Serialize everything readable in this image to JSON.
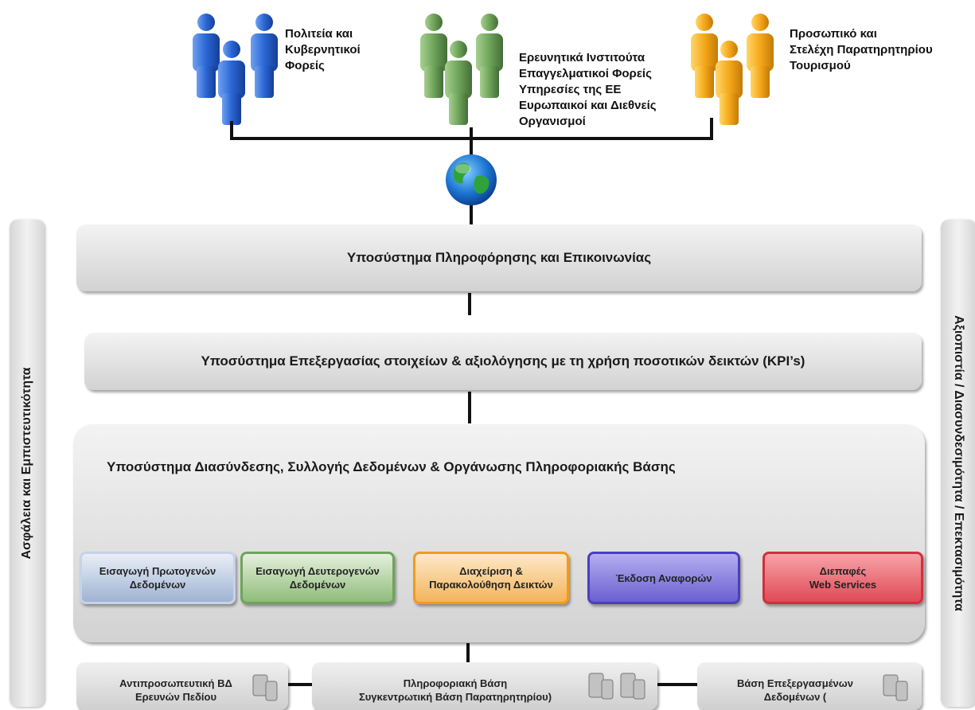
{
  "groups": [
    {
      "lines": [
        "Πολιτεία και",
        "Κυβερνητικοί",
        "Φορείς"
      ],
      "color": "#2f6fd6"
    },
    {
      "lines": [
        "Ερευνητικά Ινστιτούτα",
        "Επαγγελματικοί  Φορείς",
        "Υπηρεσίες της ΕΕ",
        "Ευρωπαικοί και Διεθνείς",
        "Οργανισμοί"
      ],
      "color": "#6fa35a"
    },
    {
      "lines": [
        "Προσωπικό και",
        "Στελέχη Παρατηρητηρίου",
        "Τουρισμού"
      ],
      "color": "#f2a817"
    }
  ],
  "globe_icon": "globe-icon",
  "layers": {
    "info": "Υποσύστημα Πληροφόρησης και Επικοινωνίας",
    "processing": "Υποσύστημα Επεξεργασίας στοιχείων & αξιολόγησης με τη χρήση ποσοτικών  δεικτών (KPI’s)",
    "integration": "Υποσύστημα Διασύνδεσης, Συλλογής Δεδομένων & Οργάνωσης Πληροφοριακής  Βάσης"
  },
  "side": {
    "left": "Ασφάλεια και Εμπιστευτικότητα",
    "right": "Αξιοπιστία / Διασυνδεσιμότητα / Επεκτασιμότητα"
  },
  "modules": [
    {
      "line1": "Εισαγωγή Πρωτογενών",
      "line2": "Δεδομένων",
      "color": "#9fb3d3"
    },
    {
      "line1": "Εισαγωγή Δευτερογενών",
      "line2": "Δεδομένων",
      "color": "#8fbc7a"
    },
    {
      "line1": "Διαχείριση &",
      "line2": "Παρακολούθηση Δεικτών",
      "color": "#f4b45c"
    },
    {
      "line1": "Έκδοση Αναφορών",
      "line2": "",
      "color": "#6a5fd0"
    },
    {
      "line1": "Διεπαφές",
      "line2": "Web Services",
      "color": "#e04a55"
    }
  ],
  "databases": [
    {
      "line1": "Αντιπροσωπευτική  ΒΔ",
      "line2": "Ερευνών Πεδίου"
    },
    {
      "line1": "Πληροφοριακή Βάση",
      "line2": "Συγκεντρωτική Βάση Παρατηρητηρίου)"
    },
    {
      "line1": "Βάση Επεξεργασμένων",
      "line2": "Δεδομένων ("
    }
  ]
}
